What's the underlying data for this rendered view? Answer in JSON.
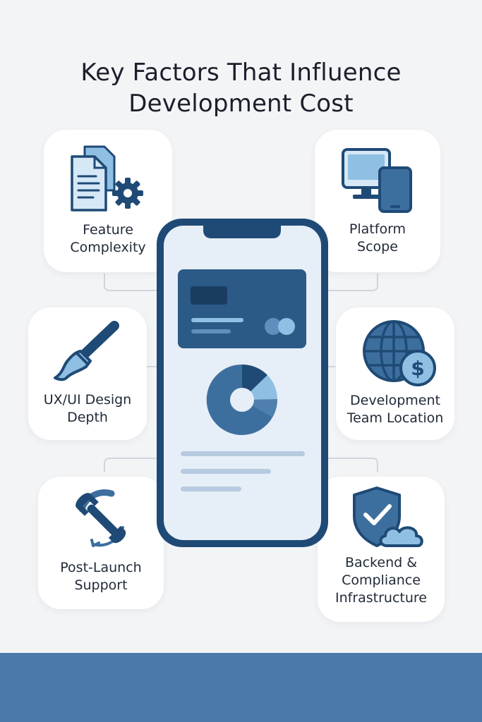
{
  "title": {
    "line1": "Key Factors That Influence",
    "line2": "Development Cost"
  },
  "factors": [
    {
      "id": "feature",
      "line1": "Feature",
      "line2": "Complexity",
      "icon": "documents-gear-icon"
    },
    {
      "id": "platform",
      "line1": "Platform",
      "line2": "Scope",
      "icon": "desktop-tablet-icon"
    },
    {
      "id": "design",
      "line1": "UX/UI Design",
      "line2": "Depth",
      "icon": "paintbrush-icon"
    },
    {
      "id": "team",
      "line1": "Development",
      "line2": "Team Location",
      "icon": "globe-dollar-icon"
    },
    {
      "id": "support",
      "line1": "Post-Launch",
      "line2": "Support",
      "icon": "wrench-cycle-icon"
    },
    {
      "id": "backend",
      "line1": "Backend &",
      "line2": "Compliance",
      "line3": "Infrastructure",
      "icon": "shield-cloud-icon"
    }
  ],
  "colors": {
    "navy": "#1f4a76",
    "mid_blue": "#3d6f9e",
    "light_blue": "#8fbfe3",
    "screen": "#e6eef7",
    "footer": "#4a7aaa"
  }
}
